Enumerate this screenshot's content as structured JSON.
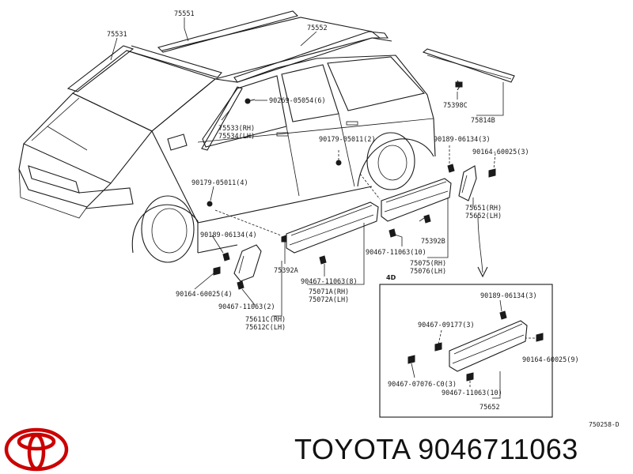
{
  "diagram_code": "750258-D",
  "inset_label": "4D",
  "brand": "TOYOTA",
  "part_number": "9046711063",
  "logo_icon": "toyota-logo",
  "colors": {
    "line": "#1a1a1a",
    "logo": "#cc0000",
    "background": "#ffffff"
  },
  "callouts": [
    {
      "id": "c75551",
      "text": "75551"
    },
    {
      "id": "c75531",
      "text": "75531"
    },
    {
      "id": "c75552",
      "text": "75552"
    },
    {
      "id": "c75398c",
      "text": "75398C"
    },
    {
      "id": "c75814b",
      "text": "75814B"
    },
    {
      "id": "c90269",
      "text": "90269-05054(6)"
    },
    {
      "id": "c75533",
      "text": "75533(RH)"
    },
    {
      "id": "c75534",
      "text": "75534(LH)"
    },
    {
      "id": "c90179a",
      "text": "90179-05011(2)"
    },
    {
      "id": "c90189a",
      "text": "90189-06134(3)"
    },
    {
      "id": "c90164a",
      "text": "90164-60025(3)"
    },
    {
      "id": "c90179b",
      "text": "90179-05011(4)"
    },
    {
      "id": "c75651",
      "text": "75651(RH)"
    },
    {
      "id": "c75652",
      "text": "75652(LH)"
    },
    {
      "id": "c90189b",
      "text": "90189-06134(4)"
    },
    {
      "id": "c75392b",
      "text": "75392B"
    },
    {
      "id": "c90467a",
      "text": "90467-11063(10)"
    },
    {
      "id": "c75075",
      "text": "75075(RH)"
    },
    {
      "id": "c75076",
      "text": "75076(LH)"
    },
    {
      "id": "c75392a",
      "text": "75392A"
    },
    {
      "id": "c90164b",
      "text": "90164-60025(4)"
    },
    {
      "id": "c90467b",
      "text": "90467-11063(8)"
    },
    {
      "id": "c75071a",
      "text": "75071A(RH)"
    },
    {
      "id": "c75072a",
      "text": "75072A(LH)"
    },
    {
      "id": "c90467c",
      "text": "90467-11063(2)"
    },
    {
      "id": "c75611c",
      "text": "75611C(RH)"
    },
    {
      "id": "c75612c",
      "text": "75612C(LH)"
    },
    {
      "id": "c90189c",
      "text": "90189-06134(3)"
    },
    {
      "id": "c90467d",
      "text": "90467-09177(3)"
    },
    {
      "id": "c90164c",
      "text": "90164-60025(9)"
    },
    {
      "id": "c90467e",
      "text": "90467-07076-C0(3)"
    },
    {
      "id": "c90467f",
      "text": "90467-11063(10)"
    },
    {
      "id": "c75652b",
      "text": "75652"
    }
  ]
}
